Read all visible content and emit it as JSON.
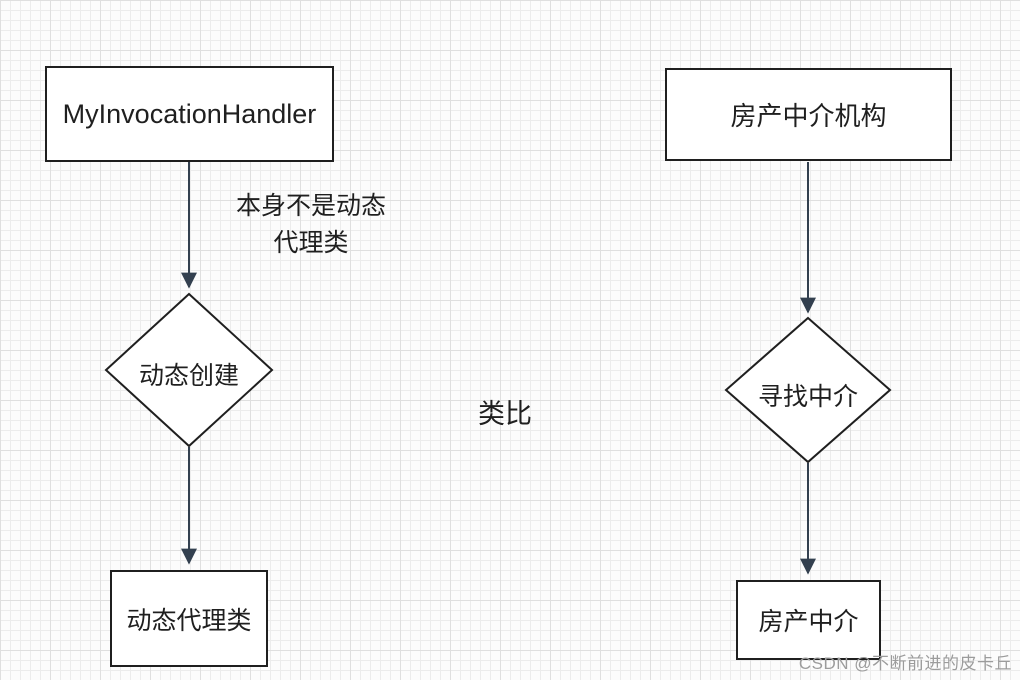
{
  "colors": {
    "canvas_background": "#fcfcfc",
    "grid_minor": "#ececec",
    "grid_major": "#dfdfdf",
    "shape_stroke": "#1f1f1f",
    "arrow": "#33404f",
    "text": "#1f1f1f",
    "watermark": "#9c9c9c"
  },
  "left_flow": {
    "top_box_label": "MyInvocationHandler",
    "arrow_note_line1": "本身不是动态",
    "arrow_note_line2": "代理类",
    "diamond_label": "动态创建",
    "bottom_box_label": "动态代理类"
  },
  "right_flow": {
    "top_box_label": "房产中介机构",
    "diamond_label": "寻找中介",
    "bottom_box_label": "房产中介"
  },
  "center_label": "类比",
  "watermark_text": "CSDN @不断前进的皮卡丘"
}
